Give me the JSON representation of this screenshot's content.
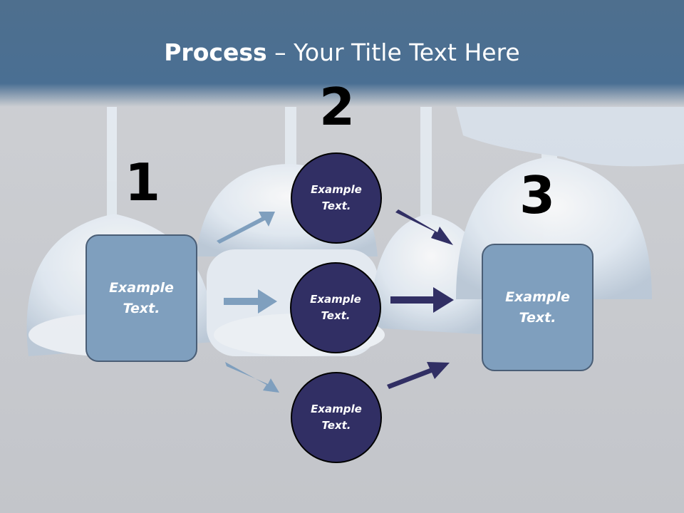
{
  "slide": {
    "title_bold": "Process",
    "title_rest": " – Your Title Text Here"
  },
  "steps": {
    "one": "1",
    "two": "2",
    "three": "3"
  },
  "boxes": {
    "left": "Example\nText.",
    "right": "Example\nText."
  },
  "circles": {
    "top": "Example\nText.",
    "middle": "Example\nText.",
    "bottom": "Example\nText."
  },
  "colors": {
    "header": "#4f7292",
    "box_fill": "#7f9fbe",
    "circle_fill": "#312f64",
    "arrow_light": "#7f9fbe",
    "arrow_dark": "#312f64"
  }
}
